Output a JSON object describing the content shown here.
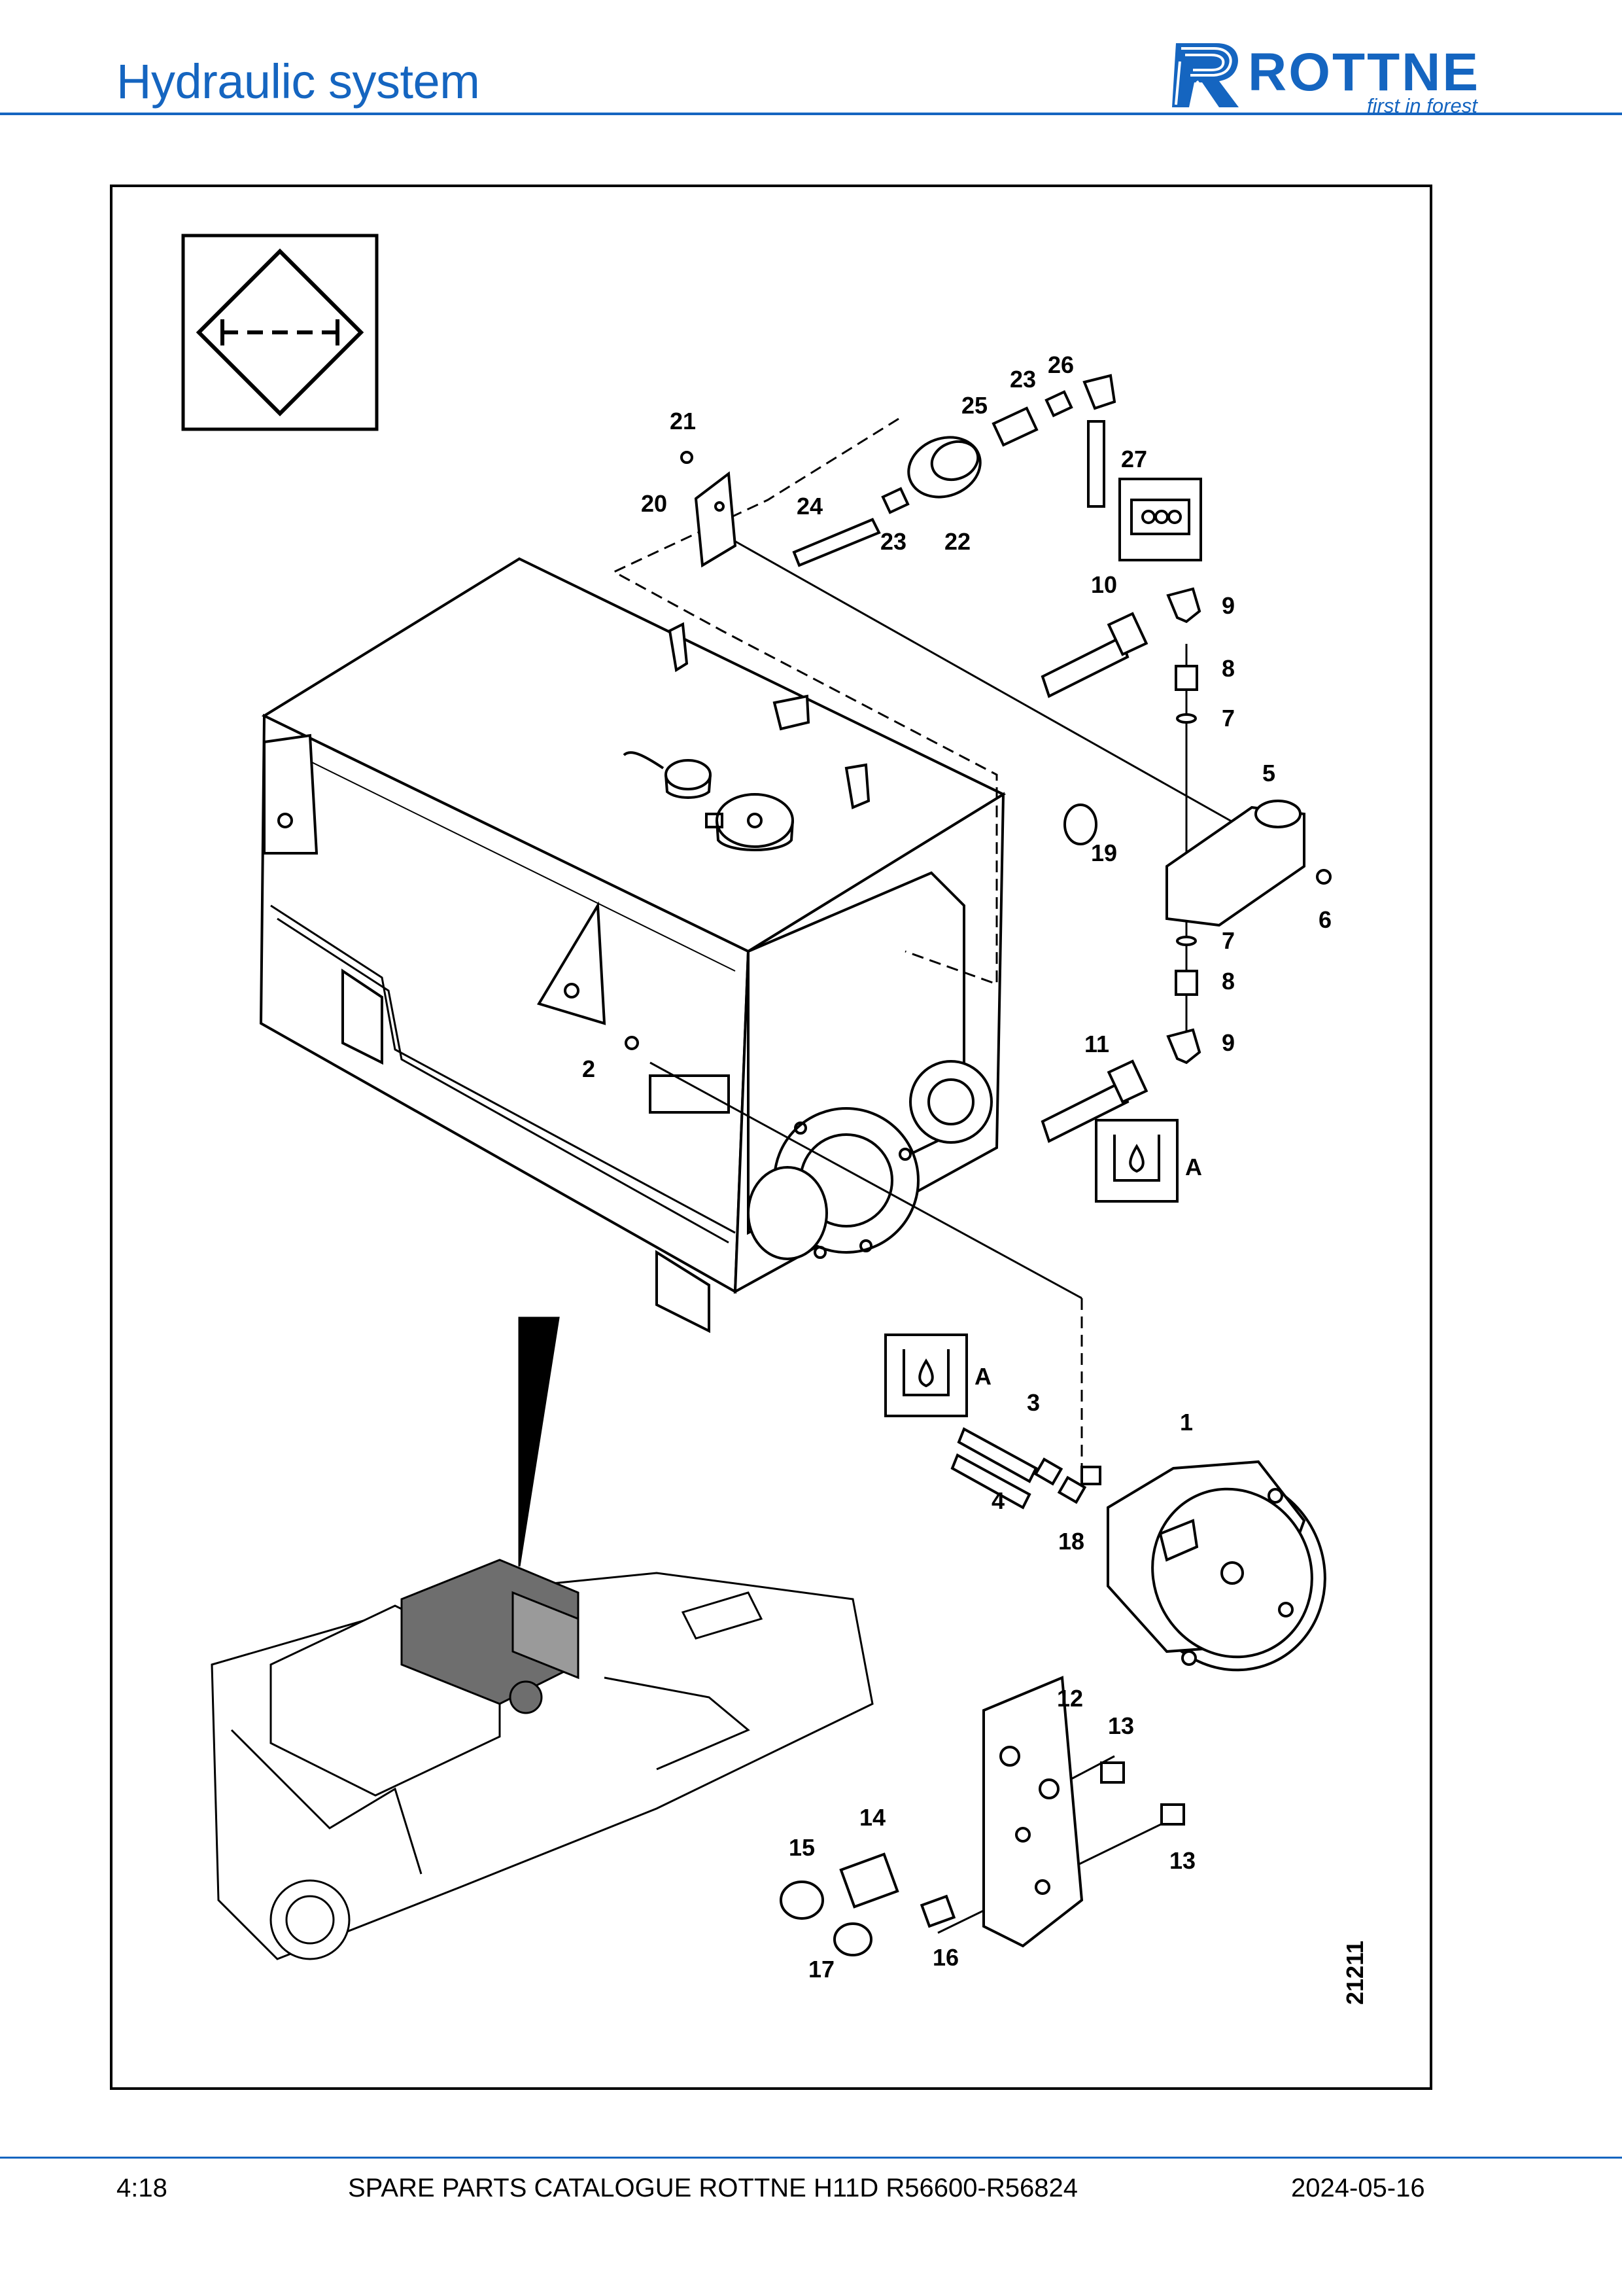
{
  "header": {
    "title": "Hydraulic system",
    "brand_name": "ROTTNE",
    "brand_tagline": "first in forest"
  },
  "diagram": {
    "drawing_number": "21211",
    "detail_label": "A",
    "callouts": [
      "1",
      "2",
      "3",
      "4",
      "5",
      "6",
      "7",
      "8",
      "9",
      "10",
      "11",
      "12",
      "13",
      "14",
      "15",
      "16",
      "17",
      "18",
      "19",
      "20",
      "21",
      "22",
      "23",
      "24",
      "25",
      "26",
      "27"
    ]
  },
  "footer": {
    "page_number": "4:18",
    "catalogue": "SPARE PARTS CATALOGUE ROTTNE H11D R56600-R56824",
    "date": "2024-05-16"
  },
  "colors": {
    "brand_blue": "#1565c0",
    "line": "#000000",
    "machine_shade": "#6e6e6e"
  }
}
